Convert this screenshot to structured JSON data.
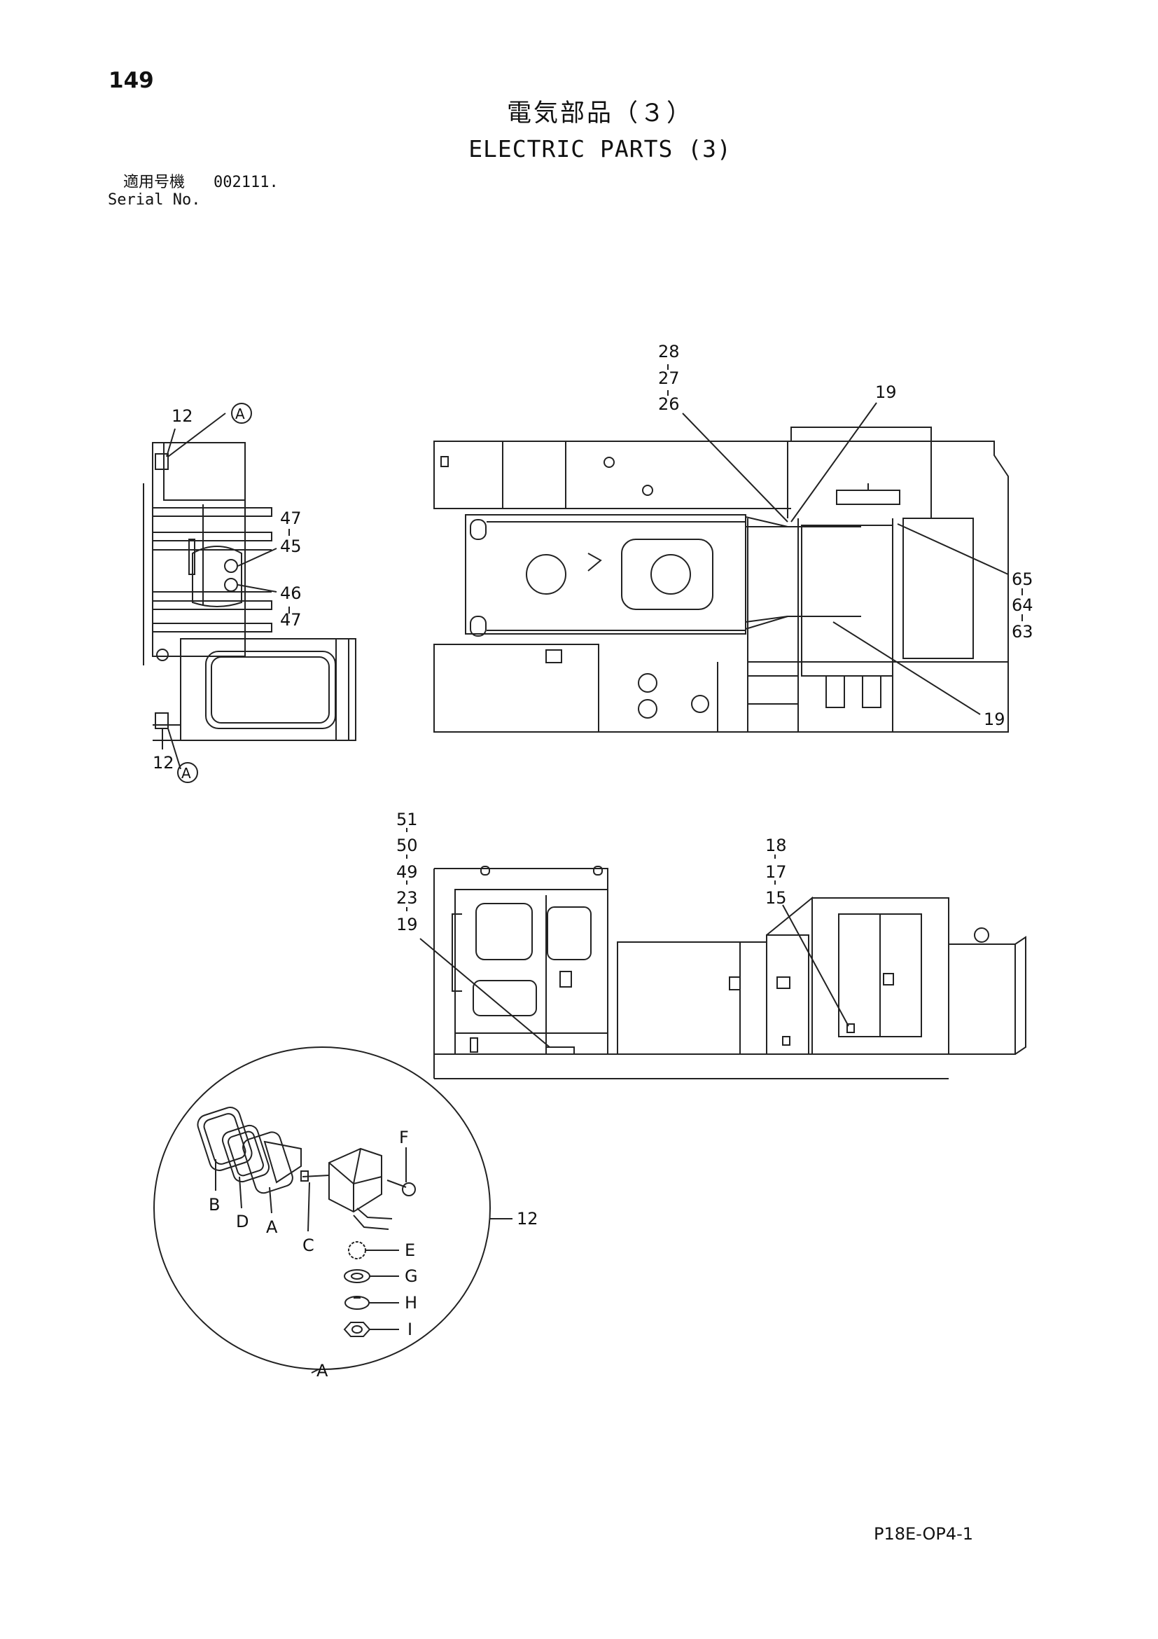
{
  "header": {
    "page_number": "149",
    "title_jp": "電気部品（３）",
    "title_en": "ELECTRIC PARTS (3)",
    "serial_label_jp": "適用号機",
    "serial_value": "002111.",
    "serial_label_en": "Serial No."
  },
  "footer": {
    "page_code": "P18E-OP4-1"
  },
  "callouts": {
    "left_view": [
      "12",
      "47",
      "45",
      "46",
      "47",
      "12"
    ],
    "left_view_refs": [
      "A",
      "A"
    ],
    "top_view": [
      "28",
      "27",
      "26",
      "19",
      "65",
      "64",
      "63",
      "19"
    ],
    "side_view": [
      "51",
      "50",
      "49",
      "23",
      "19",
      "18",
      "17",
      "15"
    ],
    "detail_parts": [
      "F",
      "B",
      "D",
      "A",
      "C",
      "E",
      "G",
      "H",
      "I"
    ],
    "detail_ref": "12",
    "detail_label": "A"
  }
}
